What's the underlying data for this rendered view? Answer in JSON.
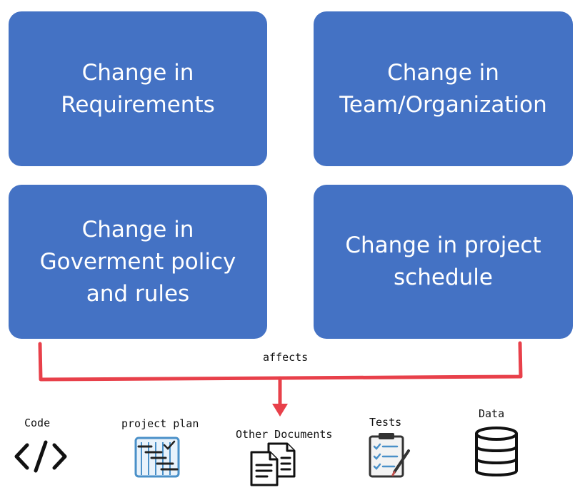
{
  "boxes": {
    "requirements": "Change in\nRequirements",
    "team": "Change  in\nTeam/Organization",
    "government": "Change in\nGoverment policy\nand rules",
    "schedule": "Change in project\nschedule"
  },
  "connector": {
    "label": "affects",
    "color": "#e8404a"
  },
  "items": {
    "code": "Code",
    "project_plan": "project plan",
    "other_documents": "Other Documents",
    "tests": "Tests",
    "data": "Data"
  },
  "colors": {
    "box_fill": "#4472c4",
    "box_text": "#ffffff"
  },
  "icons": [
    "code-icon",
    "project-plan-icon",
    "documents-icon",
    "tests-icon",
    "database-icon"
  ]
}
